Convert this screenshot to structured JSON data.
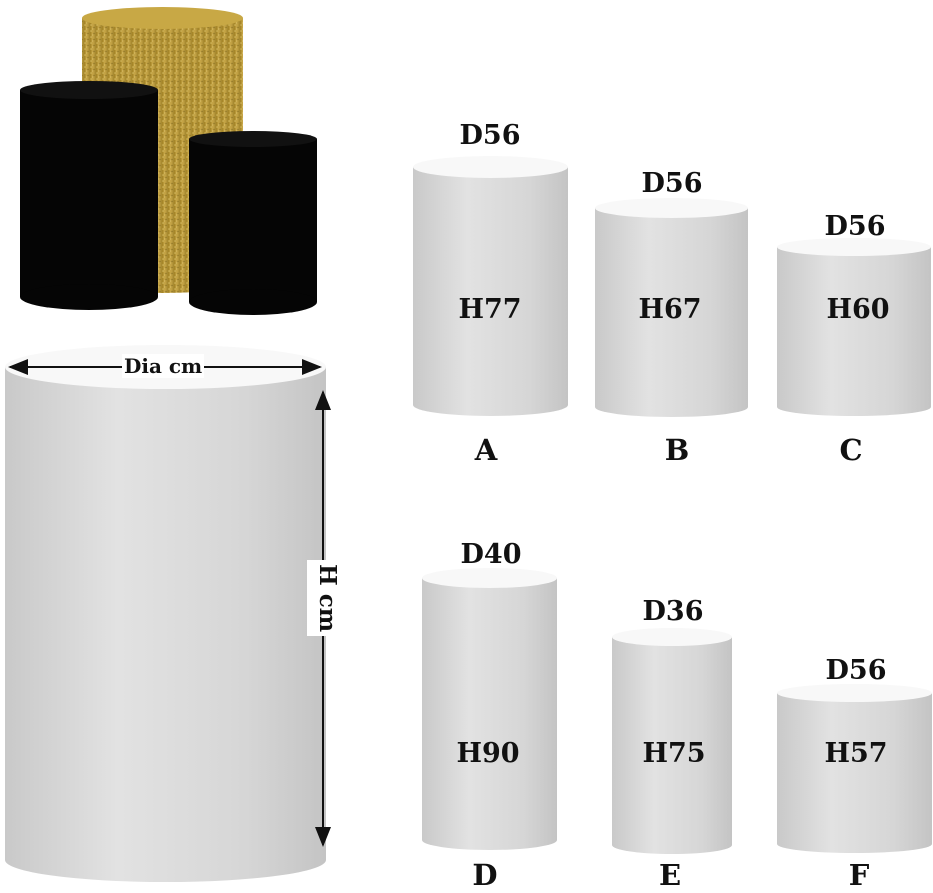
{
  "diagram": {
    "diameter_label": "Dia cm",
    "height_label": "H cm"
  },
  "colors": {
    "gold": "#b8962f",
    "black": "#050505",
    "cylinder_body": "#d8d8d8",
    "cylinder_top": "#f7f7f7"
  },
  "cylinders": [
    {
      "letter": "A",
      "diameter": "D56",
      "height": "H77"
    },
    {
      "letter": "B",
      "diameter": "D56",
      "height": "H67"
    },
    {
      "letter": "C",
      "diameter": "D56",
      "height": "H60"
    },
    {
      "letter": "D",
      "diameter": "D40",
      "height": "H90"
    },
    {
      "letter": "E",
      "diameter": "D36",
      "height": "H75"
    },
    {
      "letter": "F",
      "diameter": "D56",
      "height": "H57"
    }
  ]
}
